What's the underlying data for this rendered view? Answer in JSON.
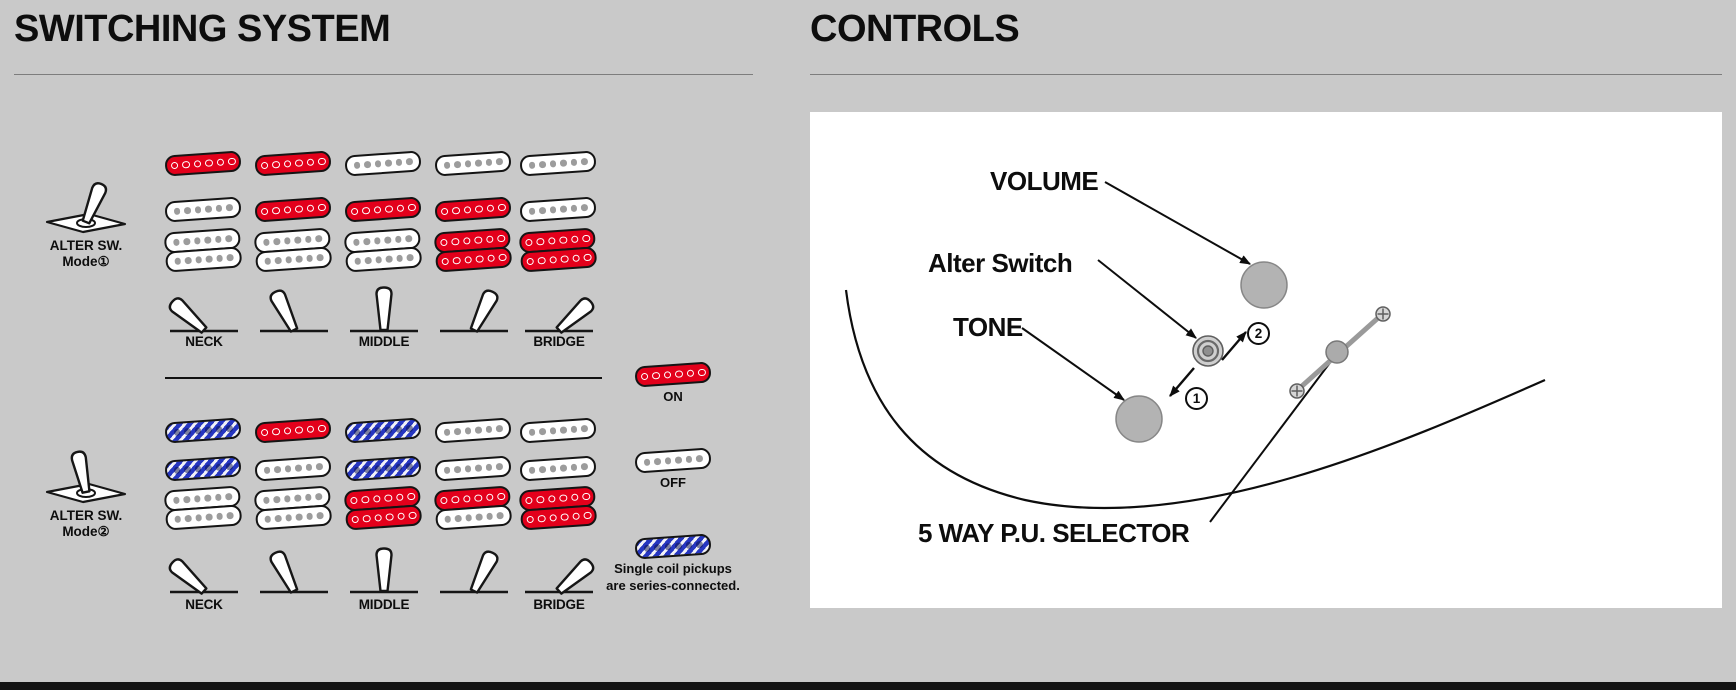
{
  "colors": {
    "background": "#c9c9c9",
    "pickup_on": "#e3001b",
    "pickup_off": "#ffffff",
    "pickup_series": "#2636c0",
    "panel_background": "#ffffff"
  },
  "switching": {
    "title": "SWITCHING SYSTEM",
    "modes": [
      {
        "name": "ALTER SW.",
        "mode_label": "Mode①",
        "icon_tilt": 22,
        "rows": [
          {
            "type": "single",
            "pickup": "neck",
            "cells": [
              "on",
              "on",
              "off",
              "off",
              "off"
            ]
          },
          {
            "type": "single",
            "pickup": "middle",
            "cells": [
              "off",
              "on",
              "on",
              "on",
              "off"
            ]
          },
          {
            "type": "humbucker",
            "pickup": "bridge",
            "cells": [
              [
                "off",
                "off"
              ],
              [
                "off",
                "off"
              ],
              [
                "off",
                "off"
              ],
              [
                "on",
                "on"
              ],
              [
                "on",
                "on"
              ]
            ]
          }
        ],
        "position_labels": [
          {
            "col": 0,
            "label": "NECK"
          },
          {
            "col": 2,
            "label": "MIDDLE"
          },
          {
            "col": 4,
            "label": "BRIDGE"
          }
        ]
      },
      {
        "name": "ALTER SW.",
        "mode_label": "Mode②",
        "icon_tilt": -12,
        "rows": [
          {
            "type": "single",
            "pickup": "neck",
            "cells": [
              "series",
              "on",
              "series",
              "off",
              "off"
            ]
          },
          {
            "type": "single",
            "pickup": "middle",
            "cells": [
              "series",
              "off",
              "series",
              "off",
              "off"
            ]
          },
          {
            "type": "humbucker",
            "pickup": "bridge",
            "cells": [
              [
                "off",
                "off"
              ],
              [
                "off",
                "off"
              ],
              [
                "on",
                "on"
              ],
              [
                "on",
                "off"
              ],
              [
                "on",
                "on"
              ]
            ]
          }
        ],
        "position_labels": [
          {
            "col": 0,
            "label": "NECK"
          },
          {
            "col": 2,
            "label": "MIDDLE"
          },
          {
            "col": 4,
            "label": "BRIDGE"
          }
        ]
      }
    ],
    "legend": [
      {
        "state": "on",
        "label": "ON"
      },
      {
        "state": "off",
        "label": "OFF"
      },
      {
        "state": "series",
        "label": "Single coil pickups\nare series-connected."
      }
    ]
  },
  "controls": {
    "title": "CONTROLS",
    "labels": {
      "volume": "VOLUME",
      "alter": "Alter Switch",
      "tone": "TONE",
      "selector": "5 WAY P.U. SELECTOR"
    },
    "steps": {
      "one": "1",
      "two": "2"
    }
  }
}
